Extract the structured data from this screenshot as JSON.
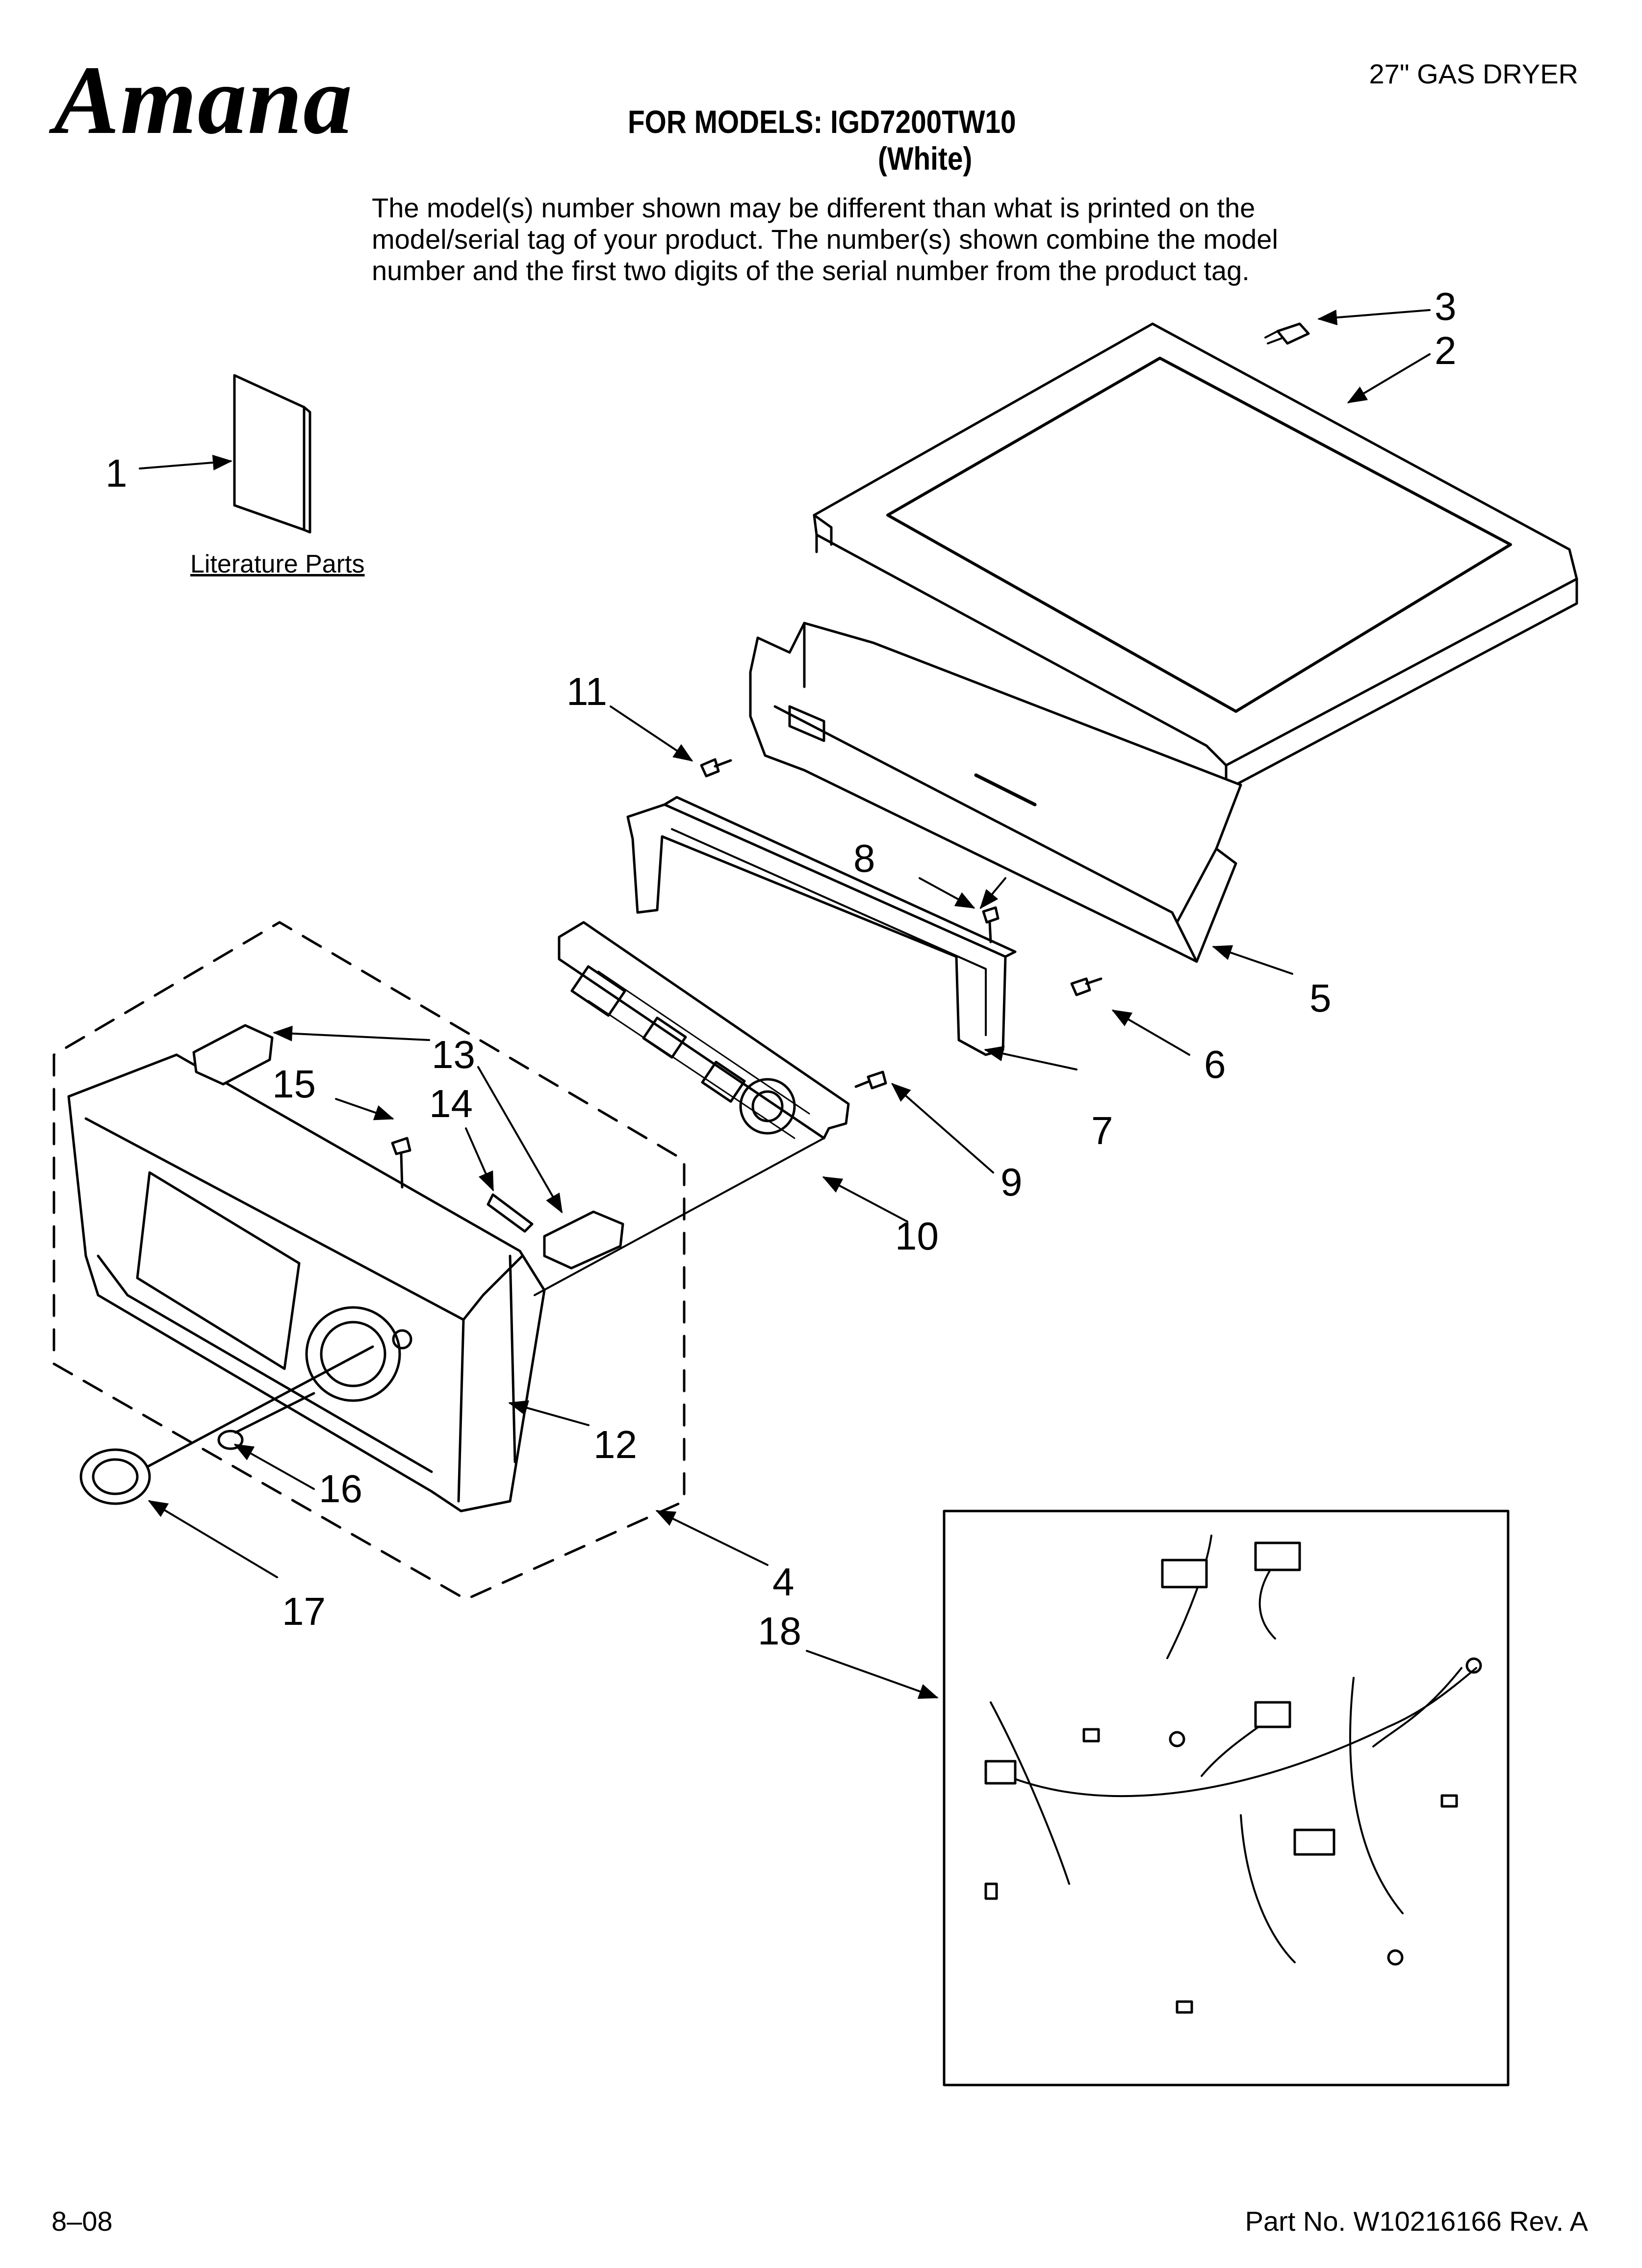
{
  "header": {
    "brand": "Amana",
    "doc_type": "27\" GAS DRYER",
    "models_title": "FOR MODELS: IGD7200TW10",
    "models_color": "(White)",
    "disclaimer_lines": [
      "The model(s) number shown may be different than what is printed on the",
      "model/serial tag of your product. The number(s) shown combine the model",
      "number and the first two digits of the serial number from the product tag."
    ]
  },
  "diagram": {
    "literature_label": "Literature Parts",
    "callouts": [
      "1",
      "2",
      "3",
      "4",
      "5",
      "6",
      "7",
      "8",
      "9",
      "10",
      "11",
      "12",
      "13",
      "14",
      "15",
      "16",
      "17",
      "18"
    ]
  },
  "footer": {
    "date": "8–08",
    "part_no": "Part No. W10216166 Rev. A"
  }
}
